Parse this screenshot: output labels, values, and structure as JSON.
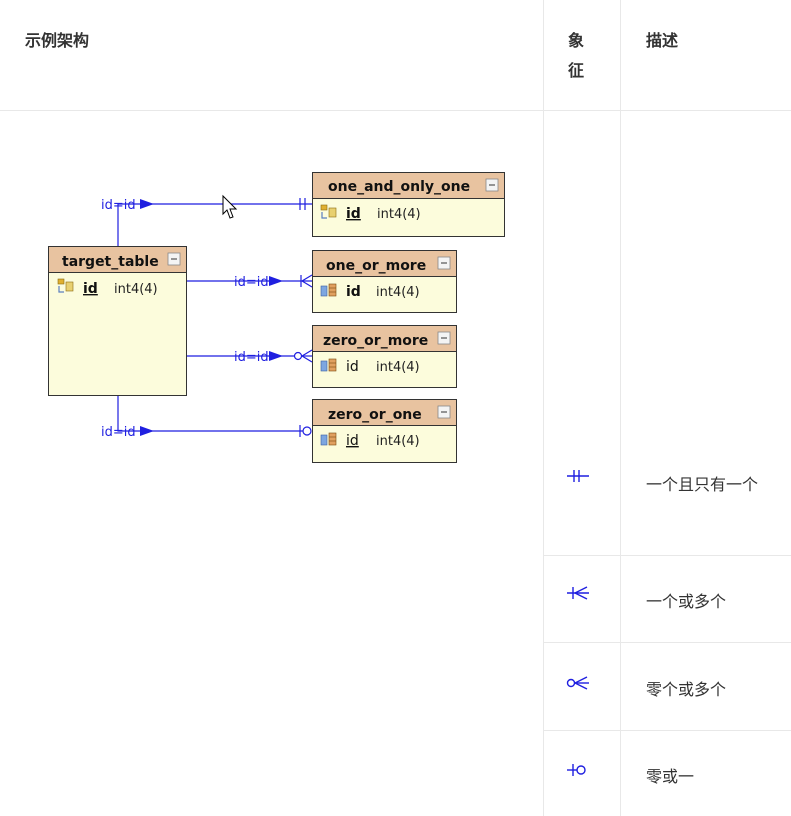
{
  "table": {
    "headers": {
      "example": "示例架构",
      "symbol": "象征",
      "description": "描述"
    },
    "rows": [
      {
        "symbol_icon": "one-and-only-one-icon",
        "description": "一个且只有一个"
      },
      {
        "symbol_icon": "one-or-more-icon",
        "description": "一个或多个"
      },
      {
        "symbol_icon": "zero-or-more-icon",
        "description": "零个或多个"
      },
      {
        "symbol_icon": "zero-or-one-icon",
        "description": "零或一"
      }
    ]
  },
  "diagram": {
    "relation_label": "id=id",
    "target_table": {
      "name": "target_table",
      "column": "id",
      "type": "int4(4)"
    },
    "tables": [
      {
        "name": "one_and_only_one",
        "column": "id",
        "type": "int4(4)"
      },
      {
        "name": "one_or_more",
        "column": "id",
        "type": "int4(4)"
      },
      {
        "name": "zero_or_more",
        "column": "id",
        "type": "int4(4)"
      },
      {
        "name": "zero_or_one",
        "column": "id",
        "type": "int4(4)"
      }
    ]
  },
  "colors": {
    "line": "#1f1fe0",
    "table_header": "#e8c3a0",
    "table_body": "#fcfcdc",
    "grid": "#e8e8e8"
  }
}
